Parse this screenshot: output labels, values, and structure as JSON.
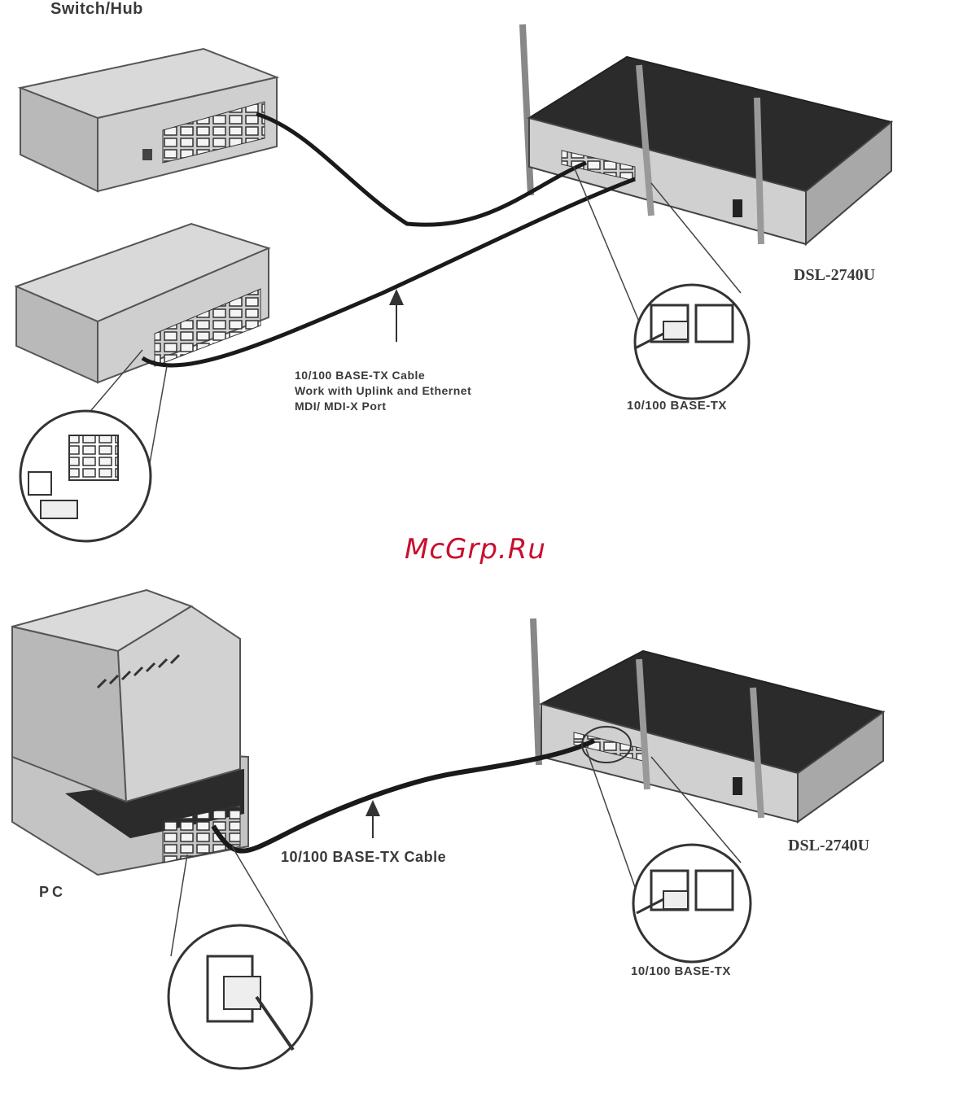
{
  "diagram": {
    "top": {
      "switch_label": "Switch/Hub",
      "router_label": "DSL-2740U",
      "cable_label_lines": [
        "10/100 BASE-TX Cable",
        "Work with Uplink and Ethernet",
        "MDI/ MDI-X Port"
      ],
      "port_label": "10/100 BASE-TX"
    },
    "bottom": {
      "pc_label": "PC",
      "router_label": "DSL-2740U",
      "cable_label": "10/100 BASE-TX Cable",
      "port_label": "10/100 BASE-TX"
    }
  },
  "watermark": "McGrp.Ru",
  "colors": {
    "watermark": "#c8102e",
    "device_body": "#c9c9c9",
    "device_top": "#2b2b2b",
    "line": "#222222"
  }
}
